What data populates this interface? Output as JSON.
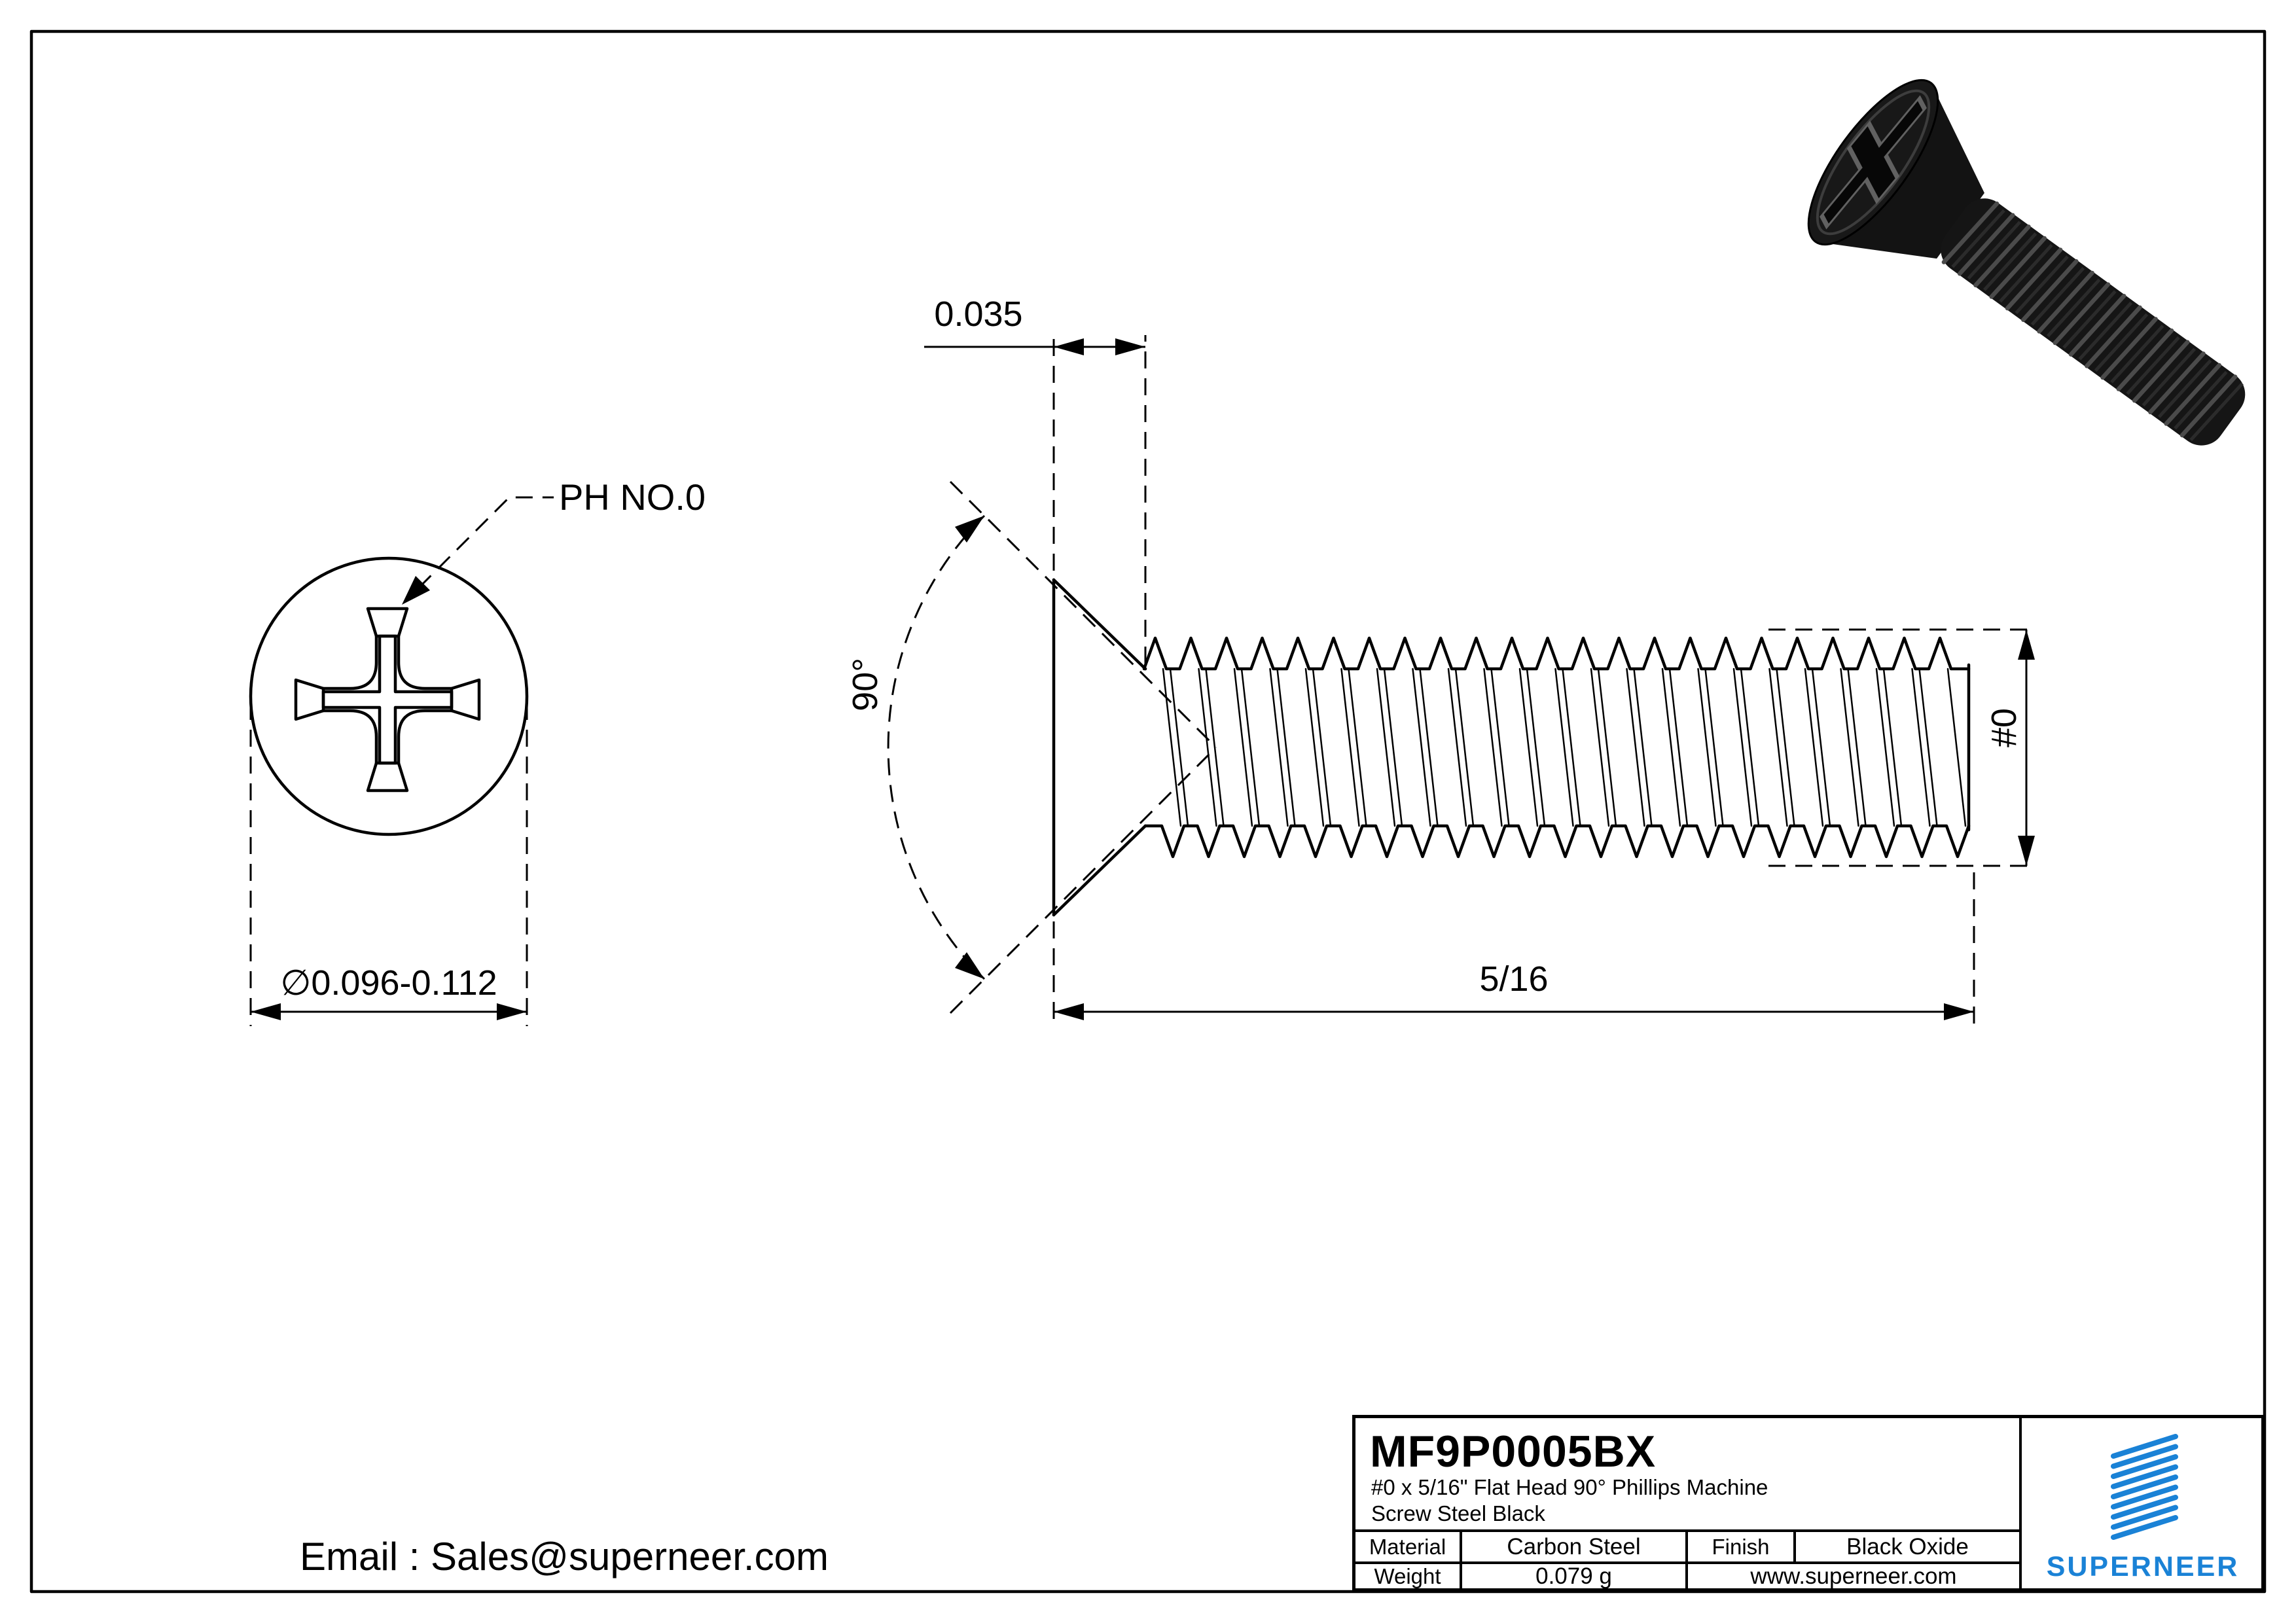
{
  "drawing": {
    "ph_label": "PH NO.0",
    "top_view_diameter": "∅0.096-0.112",
    "head_height": "0.035",
    "countersink_angle": "90°",
    "thread_size": "#0",
    "length": "5/16"
  },
  "footer": {
    "email": "Email : Sales@superneer.com"
  },
  "title_block": {
    "part_number": "MF9P0005BX",
    "description_line1": "#0 x 5/16\" Flat Head 90° Phillips Machine",
    "description_line2": "Screw Steel Black",
    "material_label": "Material",
    "material_value": "Carbon Steel",
    "finish_label": "Finish",
    "finish_value": "Black Oxide",
    "weight_label": "Weight",
    "weight_value": "0.079 g",
    "website": "www.superneer.com",
    "brand": "SUPERNEER"
  },
  "colors": {
    "accent_blue": "#1a82d6",
    "line_black": "#000000",
    "screw_body": "#151515"
  }
}
